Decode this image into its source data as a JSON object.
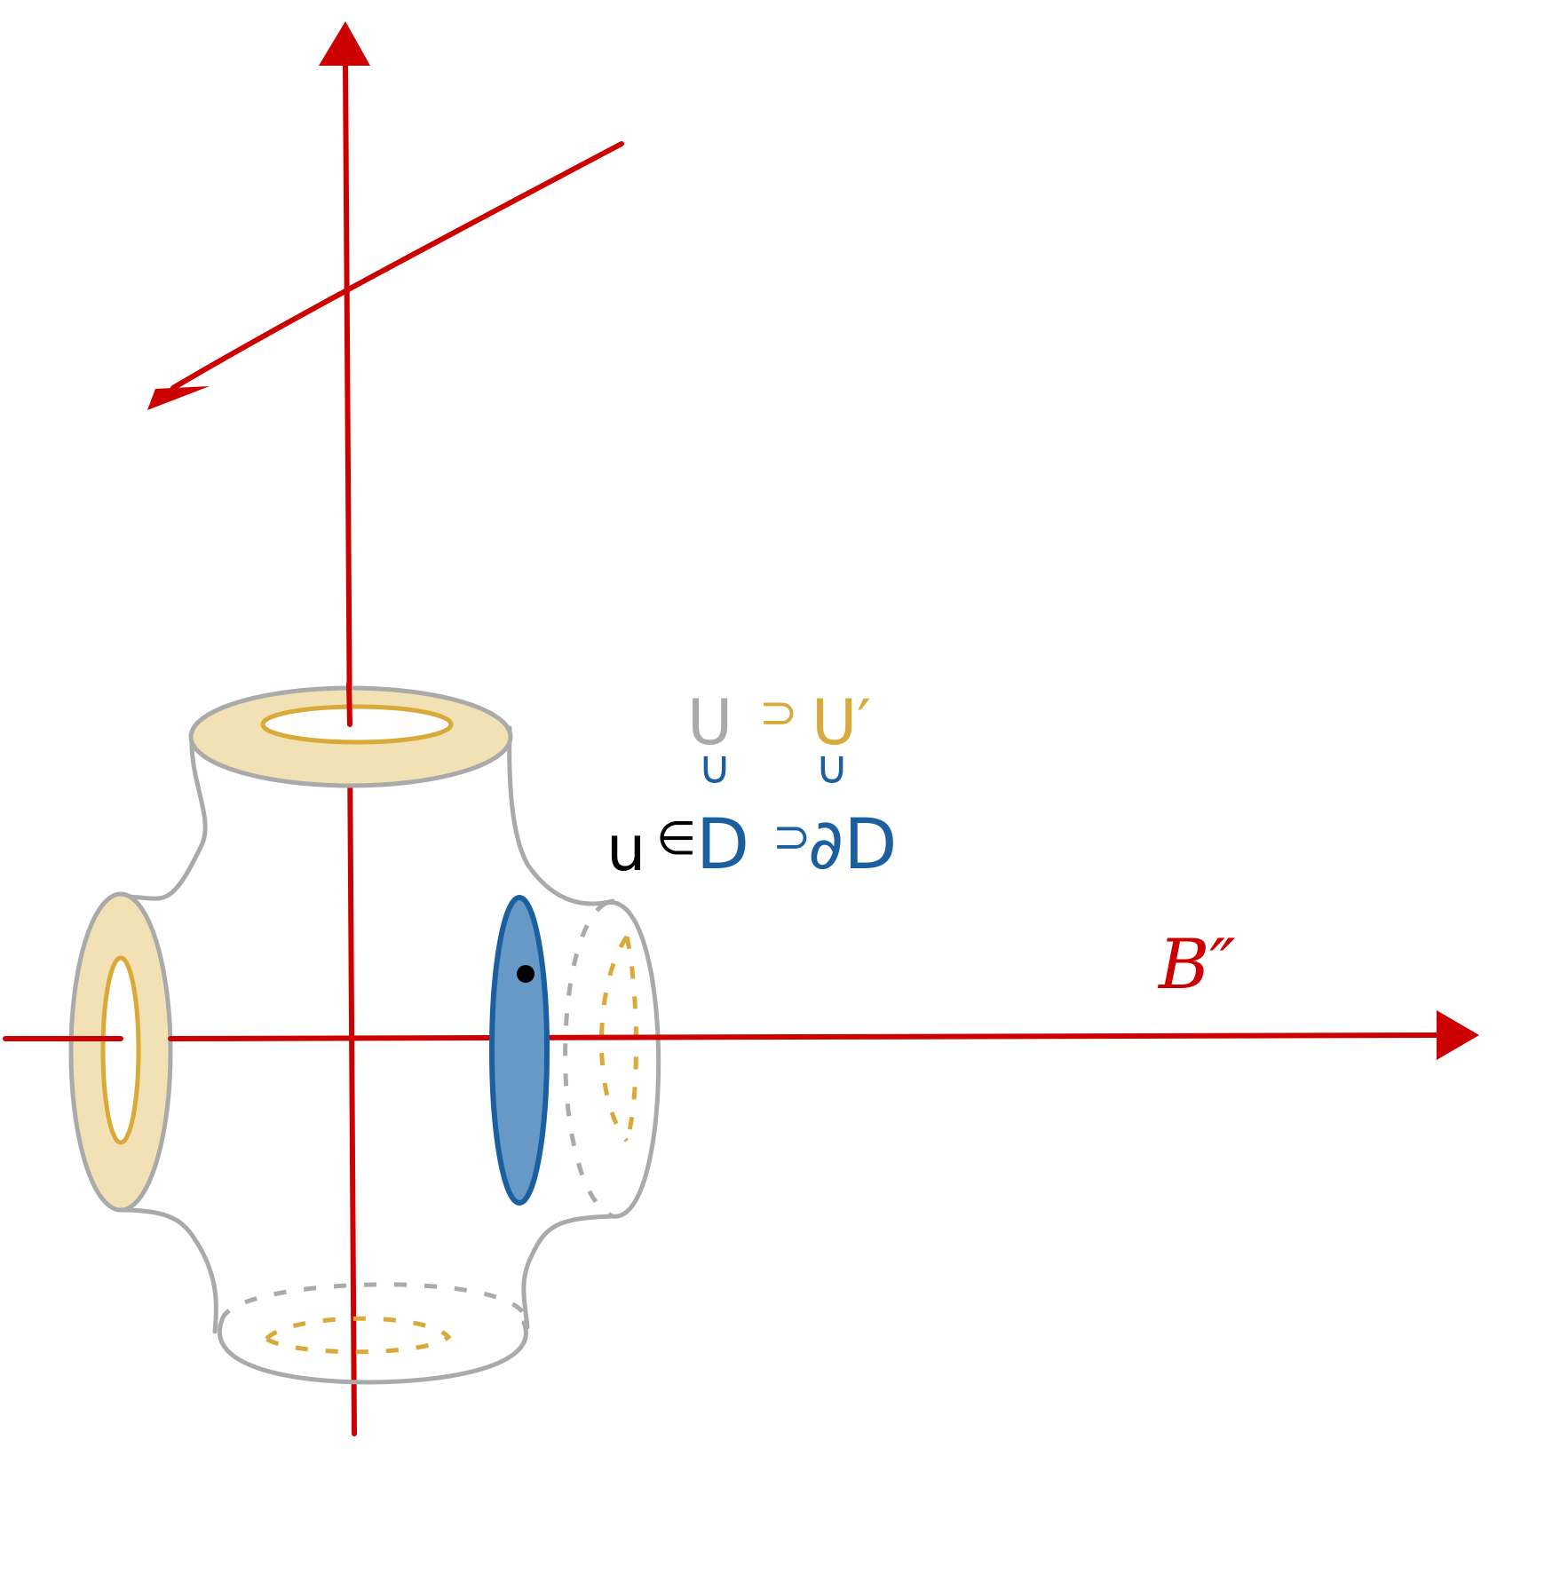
{
  "colors": {
    "axis": "#cc0000",
    "surface_outline": "#aaaaaa",
    "annulus_fill": "#f2e1b4",
    "annulus_ring": "#d9a93a",
    "disk_fill": "#6699c6",
    "disk_stroke": "#1b5fa0",
    "point": "#000000",
    "text_black": "#000000",
    "text_gray": "#aaaaaa",
    "text_yellow": "#d9a93a",
    "text_blue": "#1b5fa0"
  },
  "labels": {
    "U": "U",
    "supset1": "⊃",
    "U_prime": "U′",
    "subset_left": "∪",
    "subset_right": "∪",
    "u": "u",
    "in": "∈",
    "D": "D",
    "supset2": "⊃",
    "partial_D": "∂D",
    "B_double_prime": "B″"
  },
  "icons": {
    "arrow_up": "arrowhead-up",
    "arrow_right": "arrowhead-right",
    "arrow_down_left": "arrowhead-down-left"
  }
}
